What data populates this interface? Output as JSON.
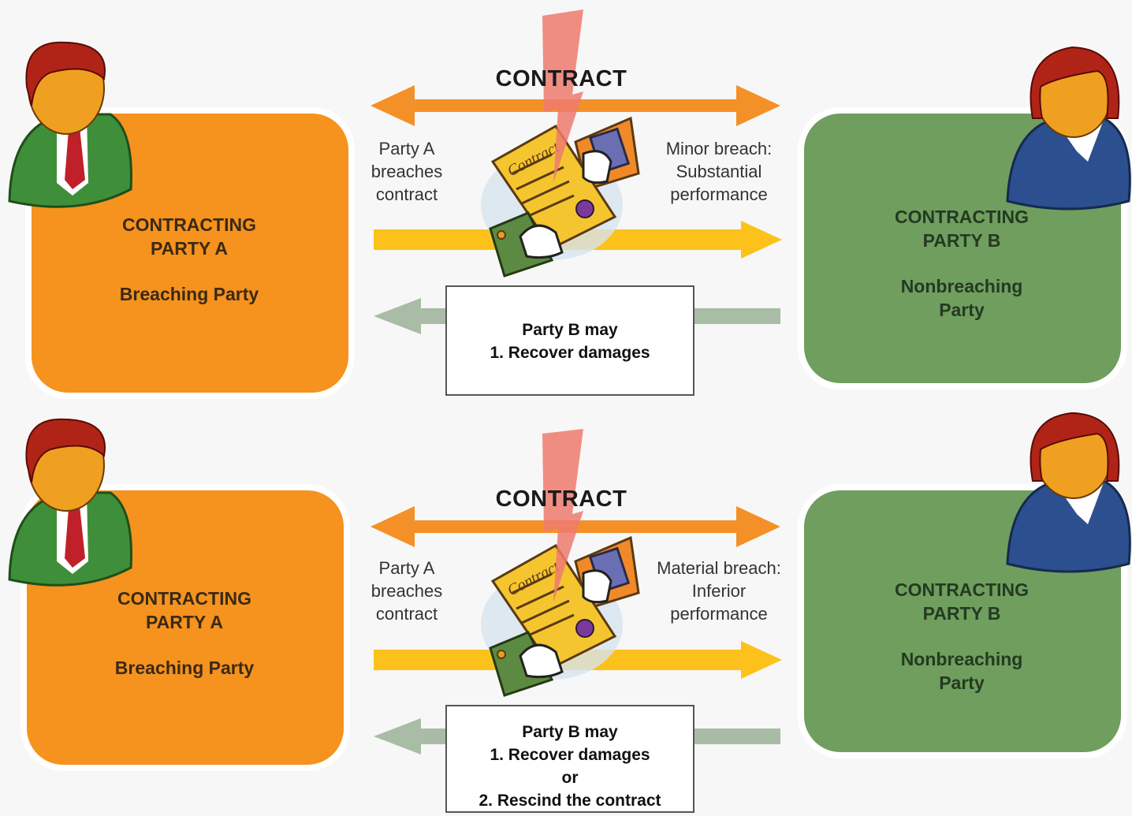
{
  "panels": [
    {
      "contract_title": "CONTRACT",
      "party_a": {
        "name_line1": "CONTRACTING",
        "name_line2": "PARTY A",
        "role": "Breaching Party"
      },
      "party_b": {
        "name_line1": "CONTRACTING",
        "name_line2": "PARTY B",
        "role_line1": "Nonbreaching",
        "role_line2": "Party"
      },
      "left_note": [
        "Party A",
        "breaches",
        "contract"
      ],
      "right_note": [
        "Minor breach:",
        "Substantial",
        "performance"
      ],
      "remedy": [
        "Party B may",
        "1. Recover damages"
      ],
      "document_label": "Contract"
    },
    {
      "contract_title": "CONTRACT",
      "party_a": {
        "name_line1": "CONTRACTING",
        "name_line2": "PARTY A",
        "role": "Breaching Party"
      },
      "party_b": {
        "name_line1": "CONTRACTING",
        "name_line2": "PARTY B",
        "role_line1": "Nonbreaching",
        "role_line2": "Party"
      },
      "left_note": [
        "Party A",
        "breaches",
        "contract"
      ],
      "right_note": [
        "Material breach:",
        "Inferior",
        "performance"
      ],
      "remedy": [
        "Party B may",
        "1. Recover damages",
        "or",
        "2. Rescind the contract"
      ],
      "document_label": "Contract"
    }
  ],
  "colors": {
    "party_a_box": "#f6921e",
    "party_b_box": "#6f9e5f",
    "contract_arrow": "#f39128",
    "performance_arrow": "#fcc21b",
    "remedy_arrow": "#a9bca6",
    "lightning": "#ee7a6e"
  },
  "icons": [
    "person-icon",
    "contract-document-icon",
    "lightning-bolt-icon"
  ]
}
